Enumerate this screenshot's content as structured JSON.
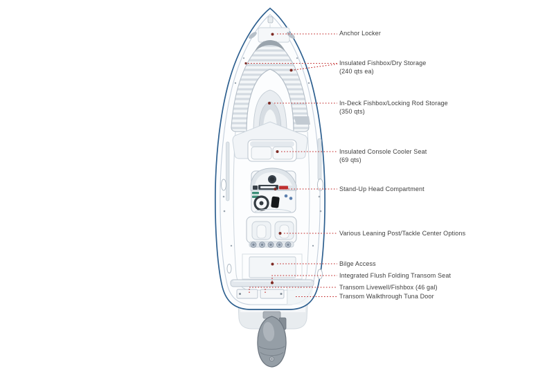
{
  "figure": {
    "type": "labeled boat deck-plan diagram",
    "subject": "center console boat, top view with outboard engine",
    "leader_color": "#bf1e1e",
    "hull_outline_color": "#2d5f8f",
    "label_text_color": "#3d3d3d"
  },
  "callouts": [
    {
      "label": "Anchor Locker"
    },
    {
      "label": "Insulated Fishbox/Dry Storage",
      "sub": "(240 qts ea)"
    },
    {
      "label": "In-Deck Fishbox/Locking Rod Storage",
      "sub": "(350 qts)"
    },
    {
      "label": "Insulated Console Cooler Seat",
      "sub": "(69 qts)"
    },
    {
      "label": "Stand-Up Head Compartment"
    },
    {
      "label": "Various Leaning Post/Tackle Center Options"
    },
    {
      "label": "Bilge Access"
    },
    {
      "label": "Integrated Flush Folding Transom Seat"
    },
    {
      "label": "Transom Livewell/Fishbox (46 gal)"
    },
    {
      "label": "Transom Walkthrough Tuna Door"
    }
  ]
}
